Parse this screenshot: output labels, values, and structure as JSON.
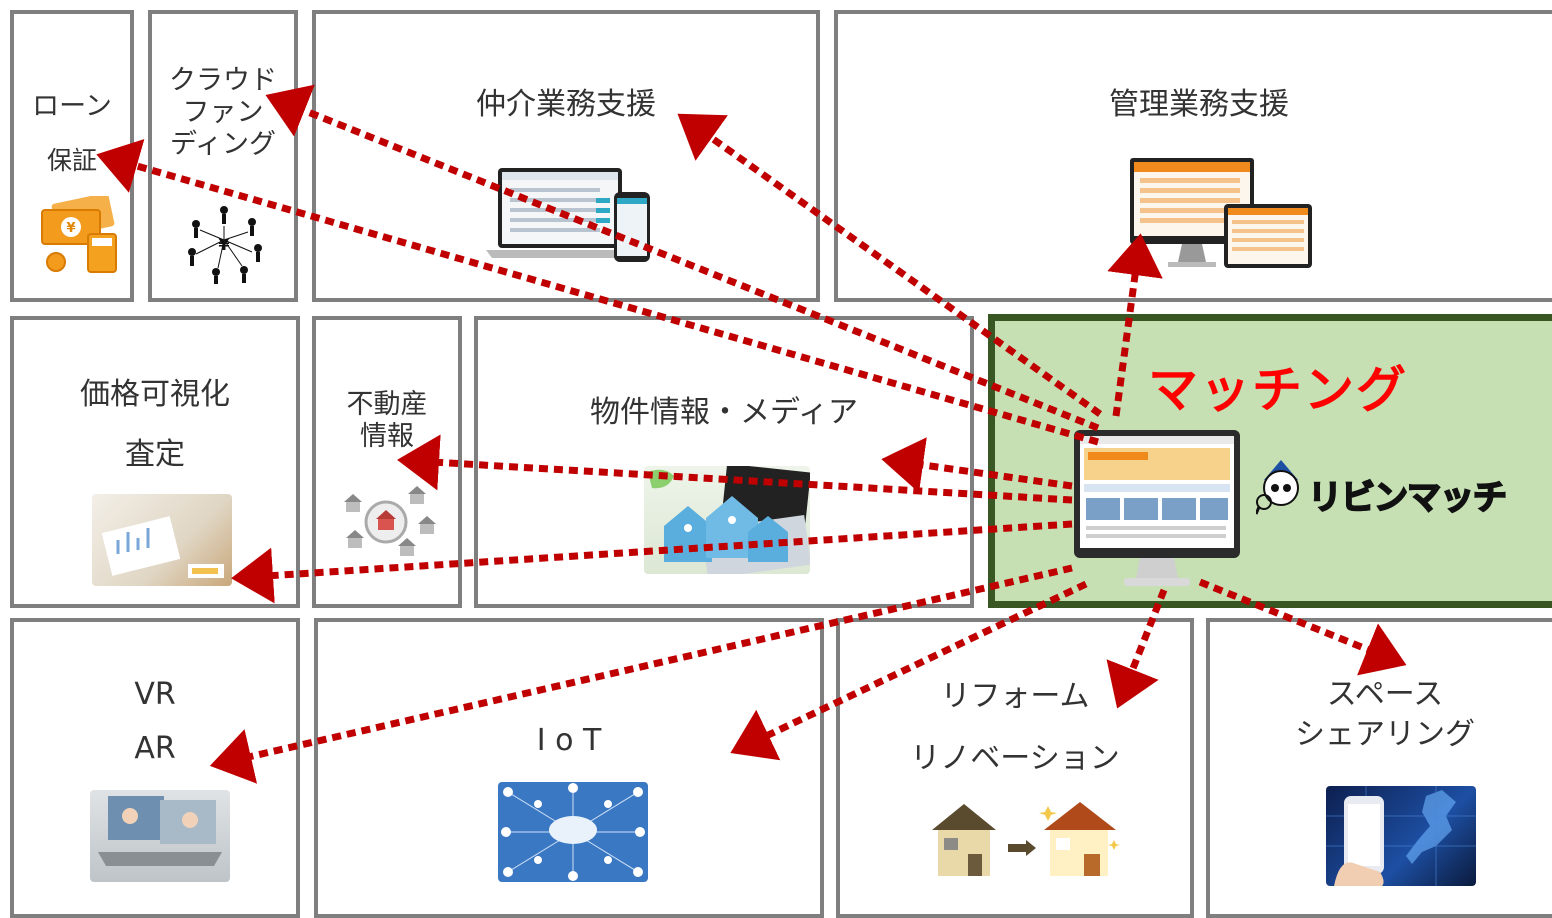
{
  "boxes": {
    "loan": {
      "line1": "ローン",
      "line2": "保証"
    },
    "crowdfunding": {
      "line1": "クラウド",
      "line2": "ファン",
      "line3": "ディング"
    },
    "brokerage": {
      "title": "仲介業務支援"
    },
    "management": {
      "title": "管理業務支援"
    },
    "valuation": {
      "line1": "価格可視化",
      "line2": "査定"
    },
    "realestate_info": {
      "line1": "不動産",
      "line2": "情報"
    },
    "property_media": {
      "title": "物件情報・メディア"
    },
    "vr_ar": {
      "line1": "VR",
      "line2": "AR"
    },
    "iot": {
      "title": "I o T"
    },
    "reform": {
      "line1": "リフォーム",
      "line2": "リノベーション"
    },
    "space": {
      "line1": "スペース",
      "line2": "シェアリング"
    }
  },
  "matching": {
    "title": "マッチング",
    "logo_text": "リビンマッチ"
  },
  "colors": {
    "arrow": "#c00000",
    "matching_bg": "#c6e0b4",
    "matching_border": "#385723",
    "box_border": "#7f7f7f",
    "title_red": "#ff0000"
  }
}
